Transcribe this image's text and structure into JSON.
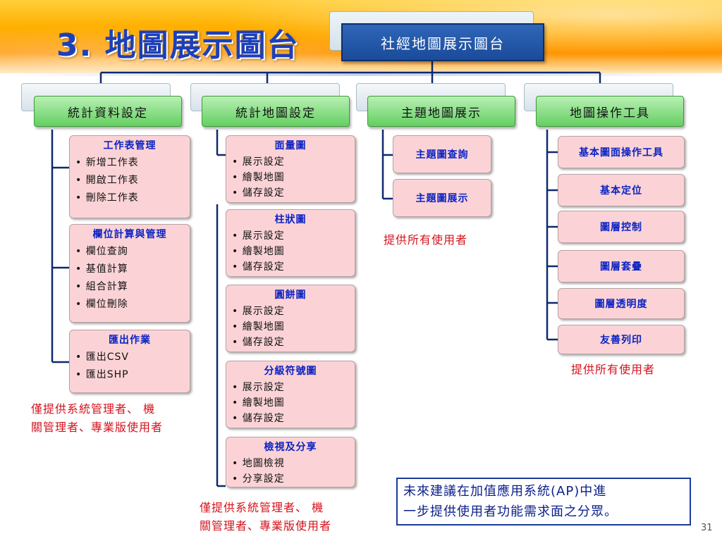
{
  "title": "3. 地圖展示圖台",
  "root": "社經地圖展示圖台",
  "categories": {
    "c1": "統計資料設定",
    "c2": "統計地圖設定",
    "c3": "主題地圖展示",
    "c4": "地圖操作工具"
  },
  "col1": {
    "b1": {
      "title": "工作表管理",
      "items": [
        "新增工作表",
        "開啟工作表",
        "刪除工作表"
      ]
    },
    "b2": {
      "title": "欄位計算與管理",
      "items": [
        "欄位查詢",
        "基值計算",
        "組合計算",
        "欄位刪除"
      ]
    },
    "b3": {
      "title": "匯出作業",
      "items": [
        "匯出CSV",
        "匯出SHP"
      ]
    },
    "note": [
      "僅提供系統管理者、 機",
      "關管理者、專業版使用者"
    ]
  },
  "col2": {
    "b1": {
      "title": "面量圖",
      "items": [
        "展示設定",
        "繪製地圖",
        "儲存設定"
      ]
    },
    "b2": {
      "title": "柱狀圖",
      "items": [
        "展示設定",
        "繪製地圖",
        "儲存設定"
      ]
    },
    "b3": {
      "title": "圓餅圖",
      "items": [
        "展示設定",
        "繪製地圖",
        "儲存設定"
      ]
    },
    "b4": {
      "title": "分級符號圖",
      "items": [
        "展示設定",
        "繪製地圖",
        "儲存設定"
      ]
    },
    "b5": {
      "title": "檢視及分享",
      "items": [
        "地圖檢視",
        "分享設定"
      ]
    },
    "note": [
      "僅提供系統管理者、 機",
      "關管理者、專業版使用者"
    ]
  },
  "col3": {
    "b1": "主題圖查詢",
    "b2": "主題圖展示",
    "note": "提供所有使用者"
  },
  "col4": {
    "b1": "基本圖面操作工具",
    "b2": "基本定位",
    "b3": "圖層控制",
    "b4": "圖層套疊",
    "b5": "圖層透明度",
    "b6": "友善列印",
    "note": "提供所有使用者"
  },
  "future": [
    "未來建議在加值應用系統(AP)中進",
    "一步提供使用者功能需求面之分眾。"
  ],
  "page_number": "31",
  "colors": {
    "title": "#1d3fb8",
    "root": "#1b4b9a",
    "category": "#64cf61",
    "box": "#fbd3d6",
    "note": "#d4121b",
    "connector": "#0e2a6e"
  }
}
